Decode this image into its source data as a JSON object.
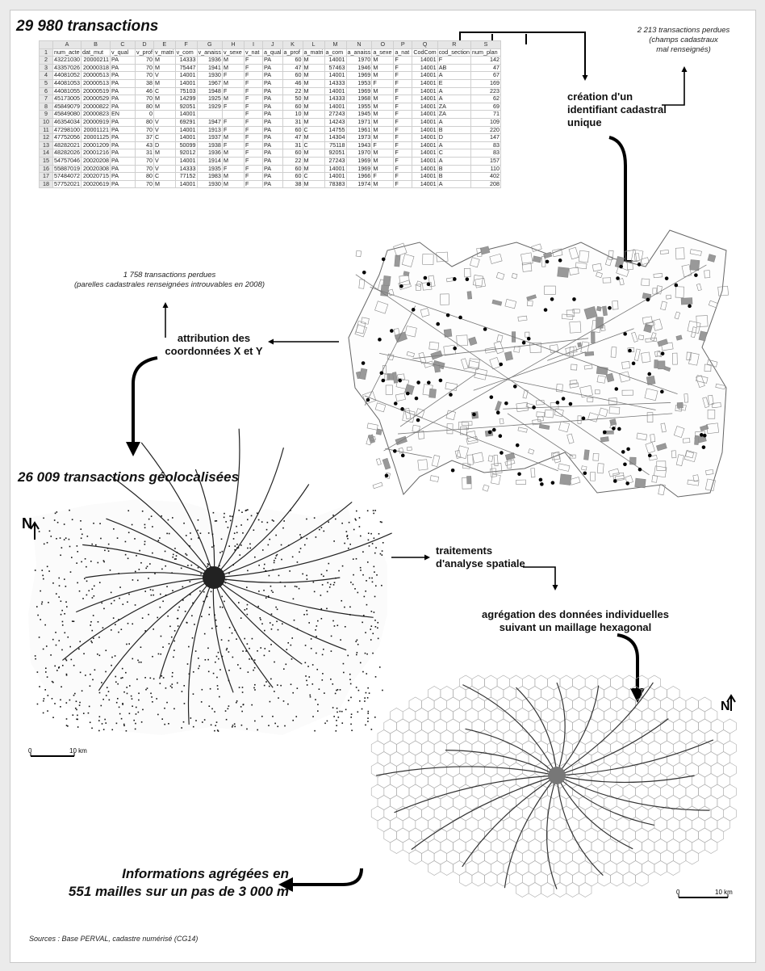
{
  "title_top": "29 980 transactions",
  "spreadsheet": {
    "col_letters": [
      "A",
      "B",
      "C",
      "D",
      "E",
      "F",
      "G",
      "H",
      "I",
      "J",
      "K",
      "L",
      "M",
      "N",
      "O",
      "P",
      "Q",
      "R",
      "S"
    ],
    "headers": [
      "num_acte",
      "dat_mut",
      "v_qual",
      "v_prof",
      "v_matri",
      "v_com",
      "v_anaiss",
      "v_sexe",
      "v_nat",
      "a_qual",
      "a_prof",
      "a_matri",
      "a_com",
      "a_anaiss",
      "a_sexe",
      "a_nat",
      "CodCom",
      "cod_section",
      "num_plan"
    ],
    "rows": [
      [
        "43221030",
        "20000211",
        "PA",
        "70",
        "M",
        "14333",
        "1936",
        "M",
        "F",
        "PA",
        "60",
        "M",
        "14001",
        "1970",
        "M",
        "F",
        "14001",
        "F",
        "142"
      ],
      [
        "43357026",
        "20000318",
        "PA",
        "70",
        "M",
        "75447",
        "1941",
        "M",
        "F",
        "PA",
        "47",
        "M",
        "57463",
        "1946",
        "M",
        "F",
        "14001",
        "AB",
        "47"
      ],
      [
        "44081052",
        "20000513",
        "PA",
        "70",
        "V",
        "14001",
        "1930",
        "F",
        "F",
        "PA",
        "60",
        "M",
        "14001",
        "1969",
        "M",
        "F",
        "14001",
        "A",
        "67"
      ],
      [
        "44081053",
        "20000513",
        "PA",
        "38",
        "M",
        "14001",
        "1967",
        "M",
        "F",
        "PA",
        "46",
        "M",
        "14333",
        "1953",
        "F",
        "F",
        "14001",
        "E",
        "169"
      ],
      [
        "44081055",
        "20000519",
        "PA",
        "46",
        "C",
        "75103",
        "1948",
        "F",
        "F",
        "PA",
        "22",
        "M",
        "14001",
        "1969",
        "M",
        "F",
        "14001",
        "A",
        "223"
      ],
      [
        "45173005",
        "20000529",
        "PA",
        "70",
        "M",
        "14299",
        "1925",
        "M",
        "F",
        "PA",
        "50",
        "M",
        "14333",
        "1968",
        "M",
        "F",
        "14001",
        "A",
        "62"
      ],
      [
        "45849079",
        "20000822",
        "PA",
        "80",
        "M",
        "92051",
        "1929",
        "F",
        "F",
        "PA",
        "60",
        "M",
        "14001",
        "1955",
        "M",
        "F",
        "14001",
        "ZA",
        "69"
      ],
      [
        "45849080",
        "20000823",
        "EN",
        "0",
        "",
        "14001",
        "",
        "",
        "F",
        "PA",
        "10",
        "M",
        "27243",
        "1945",
        "M",
        "F",
        "14001",
        "ZA",
        "71"
      ],
      [
        "46354034",
        "20000919",
        "PA",
        "80",
        "V",
        "69291",
        "1947",
        "F",
        "F",
        "PA",
        "31",
        "M",
        "14243",
        "1971",
        "M",
        "F",
        "14001",
        "A",
        "109"
      ],
      [
        "47298100",
        "20001121",
        "PA",
        "70",
        "V",
        "14001",
        "1913",
        "F",
        "F",
        "PA",
        "60",
        "C",
        "14755",
        "1961",
        "M",
        "F",
        "14001",
        "B",
        "220"
      ],
      [
        "47752056",
        "20001125",
        "PA",
        "37",
        "C",
        "14001",
        "1937",
        "M",
        "F",
        "PA",
        "47",
        "M",
        "14304",
        "1973",
        "M",
        "F",
        "14001",
        "D",
        "147"
      ],
      [
        "48282021",
        "20001209",
        "PA",
        "43",
        "D",
        "50099",
        "1938",
        "F",
        "F",
        "PA",
        "31",
        "C",
        "75118",
        "1943",
        "F",
        "F",
        "14001",
        "A",
        "83"
      ],
      [
        "48282026",
        "20001216",
        "PA",
        "31",
        "M",
        "92012",
        "1936",
        "M",
        "F",
        "PA",
        "60",
        "M",
        "92051",
        "1970",
        "M",
        "F",
        "14001",
        "C",
        "83"
      ],
      [
        "54757046",
        "20020208",
        "PA",
        "70",
        "V",
        "14001",
        "1914",
        "M",
        "F",
        "PA",
        "22",
        "M",
        "27243",
        "1969",
        "M",
        "F",
        "14001",
        "A",
        "157"
      ],
      [
        "55887019",
        "20020308",
        "PA",
        "70",
        "V",
        "14333",
        "1935",
        "F",
        "F",
        "PA",
        "60",
        "M",
        "14001",
        "1969",
        "M",
        "F",
        "14001",
        "B",
        "110"
      ],
      [
        "57484072",
        "20020715",
        "PA",
        "80",
        "C",
        "77152",
        "1983",
        "M",
        "F",
        "PA",
        "60",
        "C",
        "14001",
        "1966",
        "F",
        "F",
        "14001",
        "B",
        "402"
      ],
      [
        "57752021",
        "20020619",
        "PA",
        "70",
        "M",
        "14001",
        "1930",
        "M",
        "F",
        "PA",
        "38",
        "M",
        "78383",
        "1974",
        "M",
        "F",
        "14001",
        "A",
        "208"
      ]
    ]
  },
  "note_lost_cadastral": [
    "2 213 transactions perdues",
    "(champs cadastraux",
    "mal renseignés)"
  ],
  "step_identifier": [
    "création d'un",
    "identifiant cadastral",
    "unique"
  ],
  "note_lost_parcels": [
    "1 758 transactions perdues",
    "(parelles cadastrales renseignées introuvables en 2008)"
  ],
  "step_coordinates": [
    "attribution des",
    "coordonnées X et Y"
  ],
  "title_geoloc": "26 009 transactions géolocalisées",
  "step_spatial": [
    "traitements",
    "d'analyse spatiale"
  ],
  "step_aggregation": [
    "agrégation des données individuelles",
    "suivant un maillage hexagonal"
  ],
  "title_aggregated": [
    "Informations agrégées en",
    "551 mailles sur un pas de 3 000 m"
  ],
  "north_label": "N",
  "scale_left": {
    "zero": "0",
    "end": "10 km"
  },
  "scale_right": {
    "zero": "0",
    "end": "10 km"
  },
  "sources": "Sources : Base PERVAL, cadastre numérisé (CG14)"
}
